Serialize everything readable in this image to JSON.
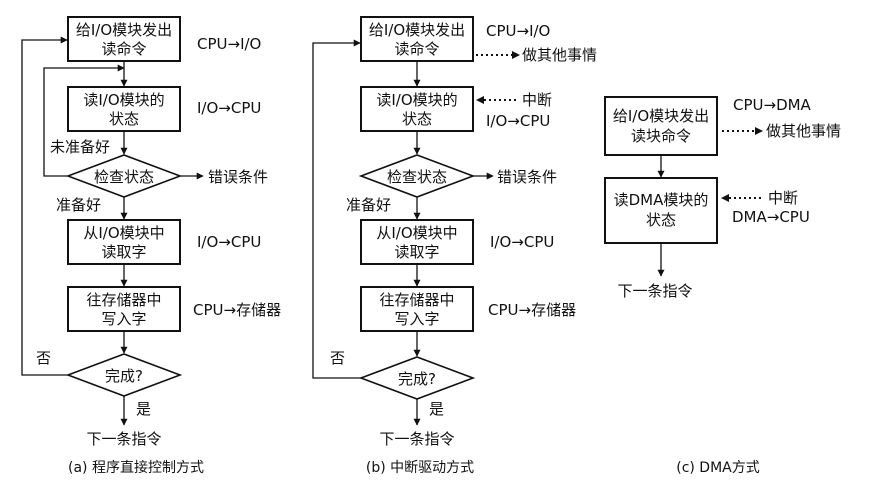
{
  "panel_a": {
    "box_issue": [
      "给I/O模块发出",
      "读命令"
    ],
    "lbl_issue": "CPU→I/O",
    "box_read_status": [
      "读I/O模块的",
      "状态"
    ],
    "lbl_read_status": "I/O→CPU",
    "not_ready": "未准备好",
    "check": "检查状态",
    "error": "错误条件",
    "ready": "准备好",
    "box_read_word": [
      "从I/O模块中",
      "读取字"
    ],
    "lbl_read_word": "I/O→CPU",
    "box_write": [
      "往存储器中",
      "写入字"
    ],
    "lbl_write": "CPU→存储器",
    "no": "否",
    "done": "完成?",
    "yes": "是",
    "next": "下一条指令",
    "caption": "(a) 程序直接控制方式"
  },
  "panel_b": {
    "box_issue": [
      "给I/O模块发出",
      "读命令"
    ],
    "lbl_issue": "CPU→I/O",
    "other_work": "做其他事情",
    "box_read_status": [
      "读I/O模块的",
      "状态"
    ],
    "interrupt": "中断",
    "lbl_read_status": "I/O→CPU",
    "check": "检查状态",
    "error": "错误条件",
    "ready": "准备好",
    "box_read_word": [
      "从I/O模块中",
      "读取字"
    ],
    "lbl_read_word": "I/O→CPU",
    "box_write": [
      "往存储器中",
      "写入字"
    ],
    "lbl_write": "CPU→存储器",
    "no": "否",
    "done": "完成?",
    "yes": "是",
    "next": "下一条指令",
    "caption": "(b) 中断驱动方式"
  },
  "panel_c": {
    "box_issue": [
      "给I/O模块发出",
      "读块命令"
    ],
    "lbl_issue": "CPU→DMA",
    "other_work": "做其他事情",
    "box_read_status": [
      "读DMA模块的",
      "状态"
    ],
    "interrupt": "中断",
    "lbl_read_status": "DMA→CPU",
    "next": "下一条指令",
    "caption": "(c) DMA方式"
  }
}
